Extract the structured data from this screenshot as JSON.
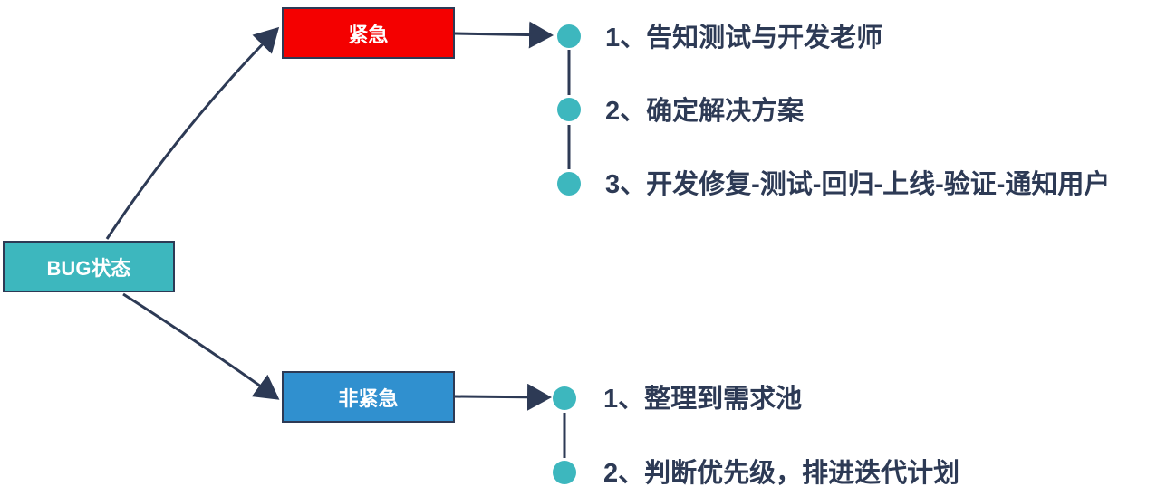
{
  "colors": {
    "root_fill": "#3db7be",
    "urgent_fill": "#f40000",
    "nonurgent_fill": "#3090cf",
    "dot": "#3db7be",
    "line": "#2d3a55",
    "text": "#2d3a55"
  },
  "root": {
    "label": "BUG状态"
  },
  "urgent": {
    "label": "紧急",
    "steps": [
      "1、告知测试与开发老师",
      "2、确定解决方案",
      "3、开发修复-测试-回归-上线-验证-通知用户"
    ]
  },
  "non_urgent": {
    "label": "非紧急",
    "steps": [
      "1、整理到需求池",
      "2、判断优先级，排进迭代计划"
    ]
  }
}
